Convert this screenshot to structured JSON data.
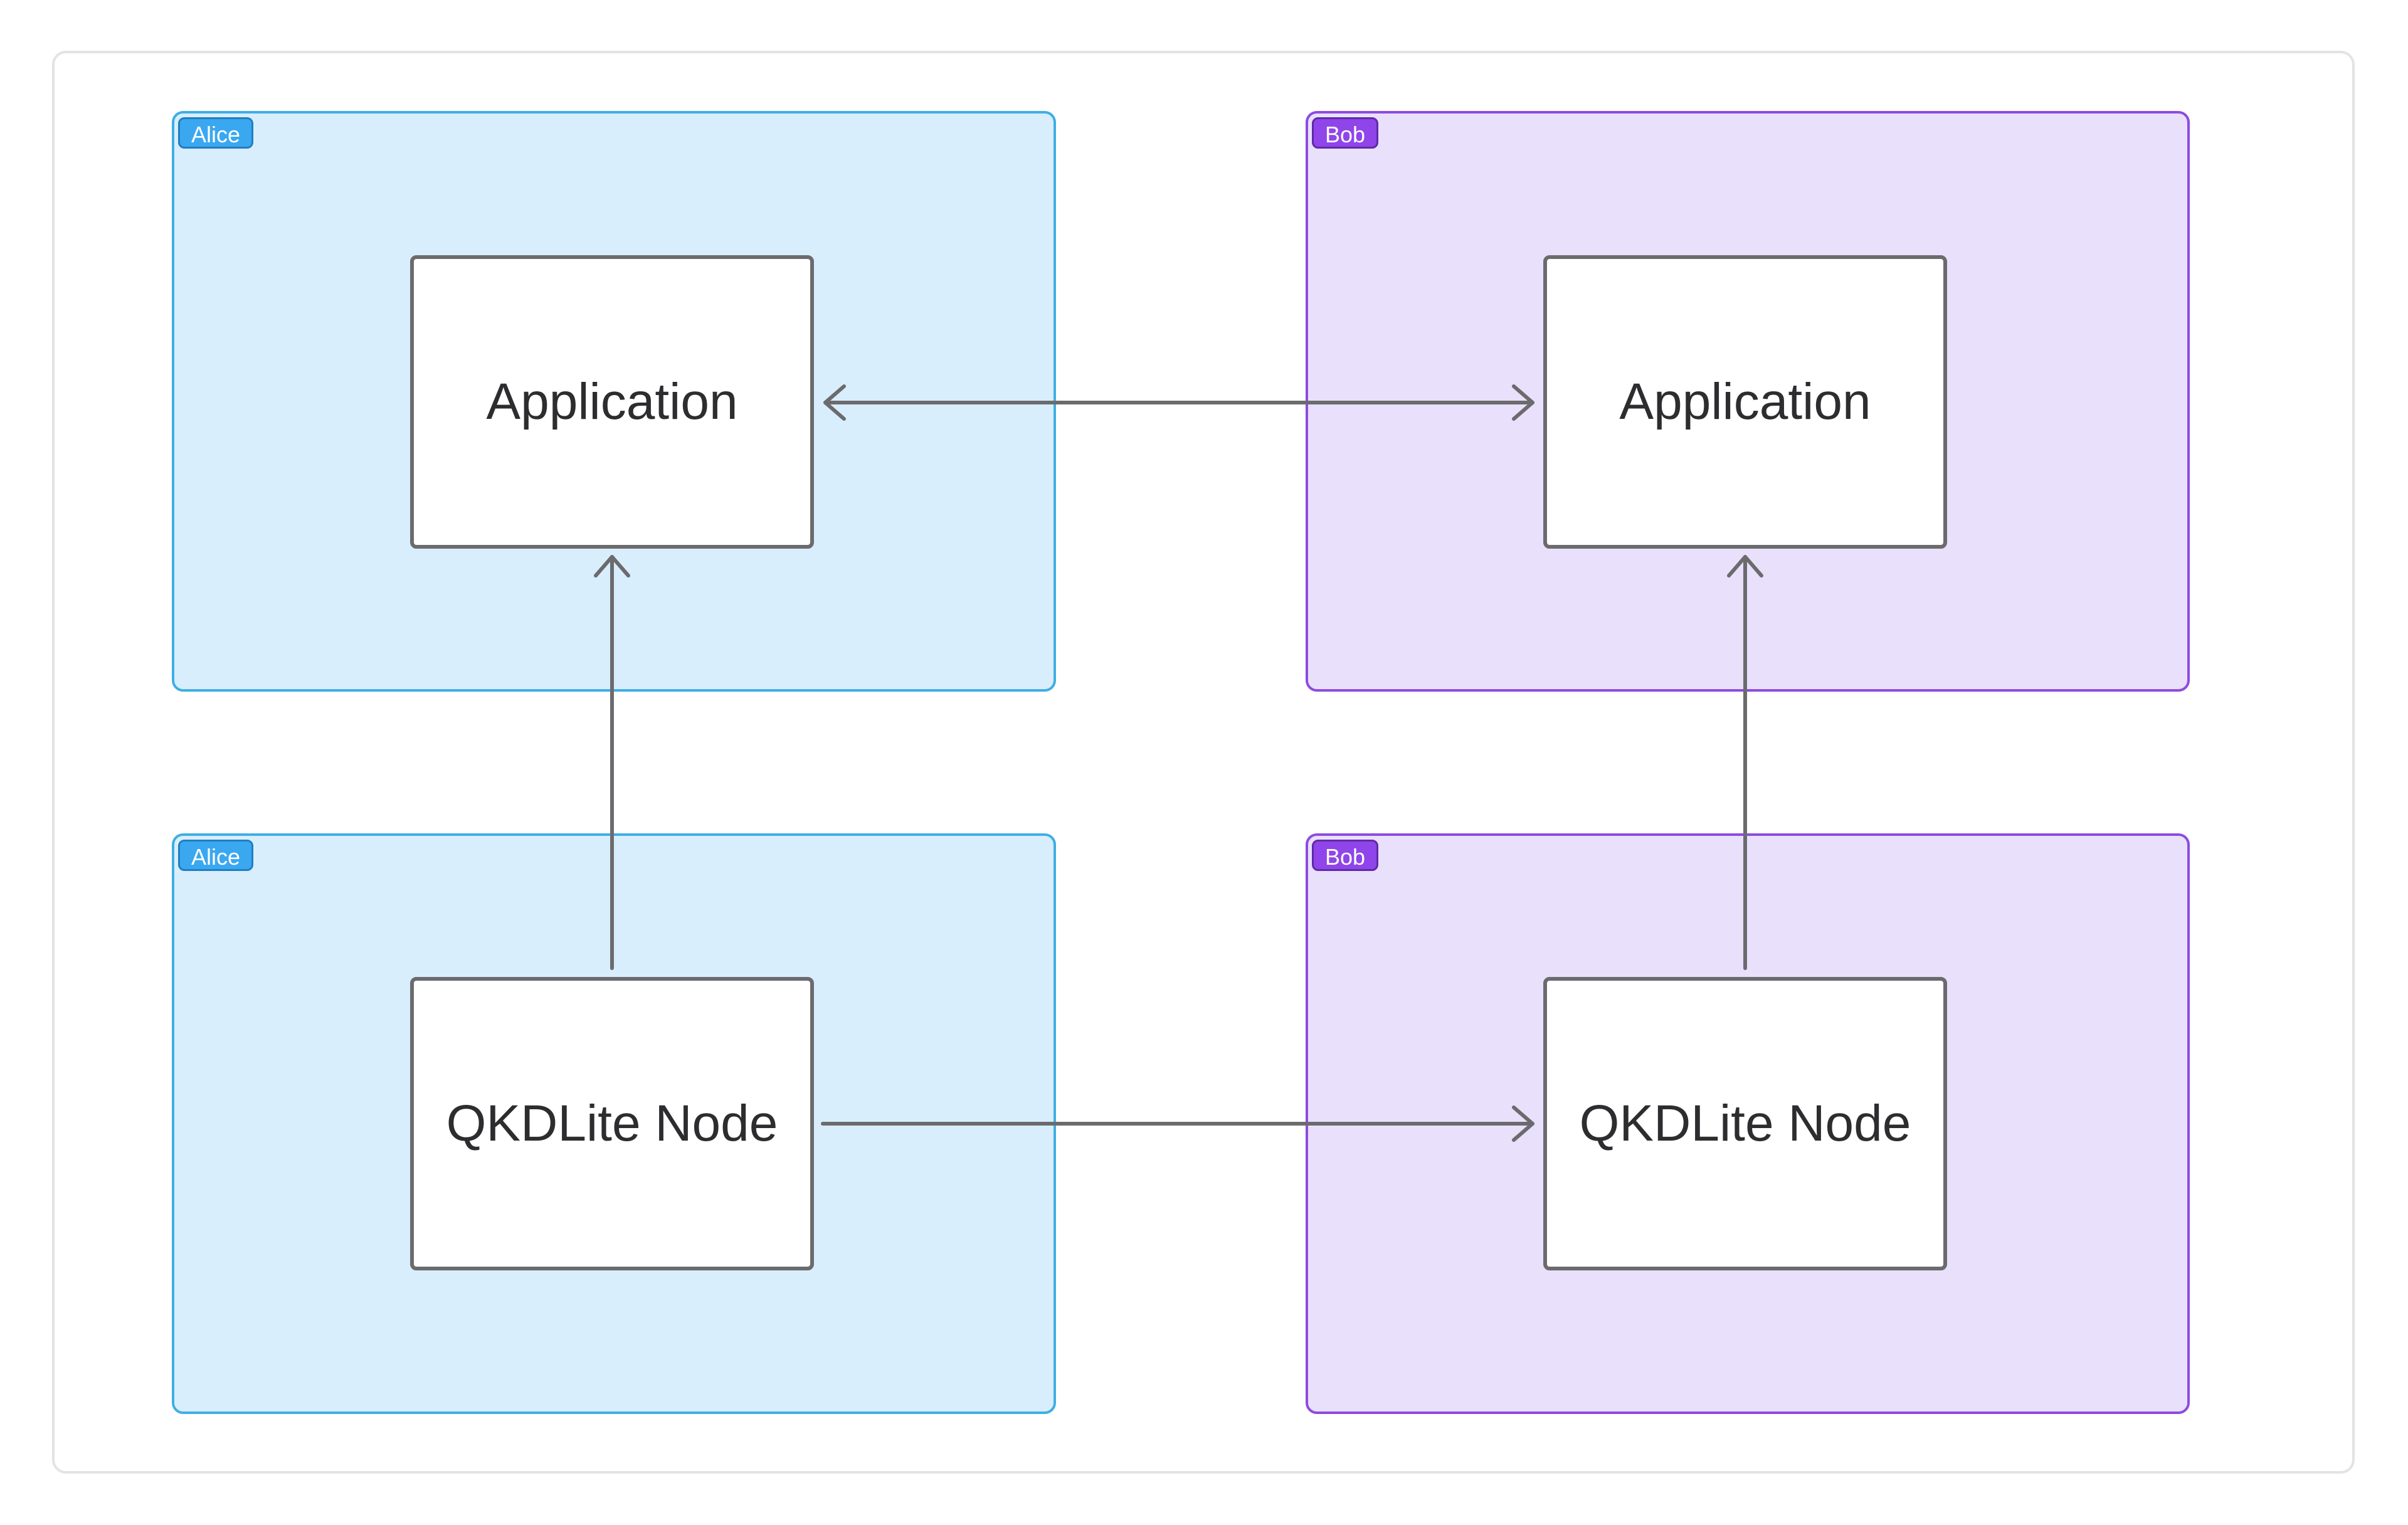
{
  "groups": {
    "alice_app": {
      "tag": "Alice"
    },
    "bob_app": {
      "tag": "Bob"
    },
    "alice_node": {
      "tag": "Alice"
    },
    "bob_node": {
      "tag": "Bob"
    }
  },
  "nodes": {
    "alice_application": "Application",
    "bob_application": "Application",
    "alice_qkd": "QKDLite Node",
    "bob_qkd": "QKDLite Node"
  },
  "colors": {
    "alice_fill": "#d9eefc",
    "alice_border": "#3eaee5",
    "bob_fill": "#e9e0fc",
    "bob_border": "#8d4be0",
    "edge": "#6b6b6e"
  },
  "edges": [
    {
      "from": "alice_application",
      "to": "bob_application",
      "direction": "both"
    },
    {
      "from": "alice_qkd",
      "to": "bob_qkd",
      "direction": "forward"
    },
    {
      "from": "alice_qkd",
      "to": "alice_application",
      "direction": "forward"
    },
    {
      "from": "bob_qkd",
      "to": "bob_application",
      "direction": "forward"
    }
  ]
}
